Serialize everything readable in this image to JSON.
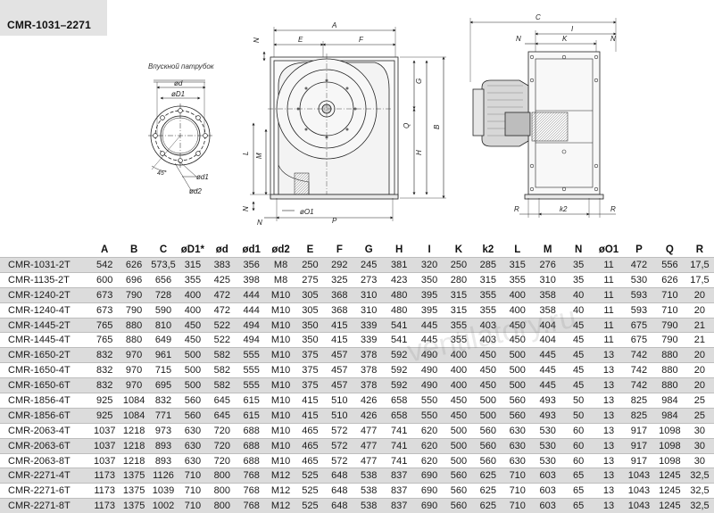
{
  "title": "CMR-1031–2271",
  "inlet_caption": "Впускной патрубок",
  "drawing_labels": {
    "d": "ød",
    "d1_star": "øD1",
    "d1": "ød1",
    "d2": "ød2",
    "angle": "45°",
    "A": "A",
    "B": "B",
    "C": "C",
    "E": "E",
    "F": "F",
    "G": "G",
    "H": "H",
    "I": "I",
    "K": "K",
    "L": "L",
    "M": "M",
    "N": "N",
    "O1": "øO1",
    "P": "P",
    "Q": "Q",
    "R": "R",
    "k2": "k2"
  },
  "watermark": "ventilatory.ru",
  "table": {
    "headers": [
      "",
      "A",
      "B",
      "C",
      "øD1*",
      "ød",
      "ød1",
      "ød2",
      "E",
      "F",
      "G",
      "H",
      "I",
      "K",
      "k2",
      "L",
      "M",
      "N",
      "øO1",
      "P",
      "Q",
      "R"
    ],
    "rows": [
      [
        "CMR-1031-2T",
        "542",
        "626",
        "573,5",
        "315",
        "383",
        "356",
        "M8",
        "250",
        "292",
        "245",
        "381",
        "320",
        "250",
        "285",
        "315",
        "276",
        "35",
        "11",
        "472",
        "556",
        "17,5"
      ],
      [
        "CMR-1135-2T",
        "600",
        "696",
        "656",
        "355",
        "425",
        "398",
        "M8",
        "275",
        "325",
        "273",
        "423",
        "350",
        "280",
        "315",
        "355",
        "310",
        "35",
        "11",
        "530",
        "626",
        "17,5"
      ],
      [
        "CMR-1240-2T",
        "673",
        "790",
        "728",
        "400",
        "472",
        "444",
        "M10",
        "305",
        "368",
        "310",
        "480",
        "395",
        "315",
        "355",
        "400",
        "358",
        "40",
        "11",
        "593",
        "710",
        "20"
      ],
      [
        "CMR-1240-4T",
        "673",
        "790",
        "590",
        "400",
        "472",
        "444",
        "M10",
        "305",
        "368",
        "310",
        "480",
        "395",
        "315",
        "355",
        "400",
        "358",
        "40",
        "11",
        "593",
        "710",
        "20"
      ],
      [
        "CMR-1445-2T",
        "765",
        "880",
        "810",
        "450",
        "522",
        "494",
        "M10",
        "350",
        "415",
        "339",
        "541",
        "445",
        "355",
        "403",
        "450",
        "404",
        "45",
        "11",
        "675",
        "790",
        "21"
      ],
      [
        "CMR-1445-4T",
        "765",
        "880",
        "649",
        "450",
        "522",
        "494",
        "M10",
        "350",
        "415",
        "339",
        "541",
        "445",
        "355",
        "403",
        "450",
        "404",
        "45",
        "11",
        "675",
        "790",
        "21"
      ],
      [
        "CMR-1650-2T",
        "832",
        "970",
        "961",
        "500",
        "582",
        "555",
        "M10",
        "375",
        "457",
        "378",
        "592",
        "490",
        "400",
        "450",
        "500",
        "445",
        "45",
        "13",
        "742",
        "880",
        "20"
      ],
      [
        "CMR-1650-4T",
        "832",
        "970",
        "715",
        "500",
        "582",
        "555",
        "M10",
        "375",
        "457",
        "378",
        "592",
        "490",
        "400",
        "450",
        "500",
        "445",
        "45",
        "13",
        "742",
        "880",
        "20"
      ],
      [
        "CMR-1650-6T",
        "832",
        "970",
        "695",
        "500",
        "582",
        "555",
        "M10",
        "375",
        "457",
        "378",
        "592",
        "490",
        "400",
        "450",
        "500",
        "445",
        "45",
        "13",
        "742",
        "880",
        "20"
      ],
      [
        "CMR-1856-4T",
        "925",
        "1084",
        "832",
        "560",
        "645",
        "615",
        "M10",
        "415",
        "510",
        "426",
        "658",
        "550",
        "450",
        "500",
        "560",
        "493",
        "50",
        "13",
        "825",
        "984",
        "25"
      ],
      [
        "CMR-1856-6T",
        "925",
        "1084",
        "771",
        "560",
        "645",
        "615",
        "M10",
        "415",
        "510",
        "426",
        "658",
        "550",
        "450",
        "500",
        "560",
        "493",
        "50",
        "13",
        "825",
        "984",
        "25"
      ],
      [
        "CMR-2063-4T",
        "1037",
        "1218",
        "973",
        "630",
        "720",
        "688",
        "M10",
        "465",
        "572",
        "477",
        "741",
        "620",
        "500",
        "560",
        "630",
        "530",
        "60",
        "13",
        "917",
        "1098",
        "30"
      ],
      [
        "CMR-2063-6T",
        "1037",
        "1218",
        "893",
        "630",
        "720",
        "688",
        "M10",
        "465",
        "572",
        "477",
        "741",
        "620",
        "500",
        "560",
        "630",
        "530",
        "60",
        "13",
        "917",
        "1098",
        "30"
      ],
      [
        "CMR-2063-8T",
        "1037",
        "1218",
        "893",
        "630",
        "720",
        "688",
        "M10",
        "465",
        "572",
        "477",
        "741",
        "620",
        "500",
        "560",
        "630",
        "530",
        "60",
        "13",
        "917",
        "1098",
        "30"
      ],
      [
        "CMR-2271-4T",
        "1173",
        "1375",
        "1126",
        "710",
        "800",
        "768",
        "M12",
        "525",
        "648",
        "538",
        "837",
        "690",
        "560",
        "625",
        "710",
        "603",
        "65",
        "13",
        "1043",
        "1245",
        "32,5"
      ],
      [
        "CMR-2271-6T",
        "1173",
        "1375",
        "1039",
        "710",
        "800",
        "768",
        "M12",
        "525",
        "648",
        "538",
        "837",
        "690",
        "560",
        "625",
        "710",
        "603",
        "65",
        "13",
        "1043",
        "1245",
        "32,5"
      ],
      [
        "CMR-2271-8T",
        "1173",
        "1375",
        "1002",
        "710",
        "800",
        "768",
        "M12",
        "525",
        "648",
        "538",
        "837",
        "690",
        "560",
        "625",
        "710",
        "603",
        "65",
        "13",
        "1043",
        "1245",
        "32,5"
      ]
    ]
  }
}
